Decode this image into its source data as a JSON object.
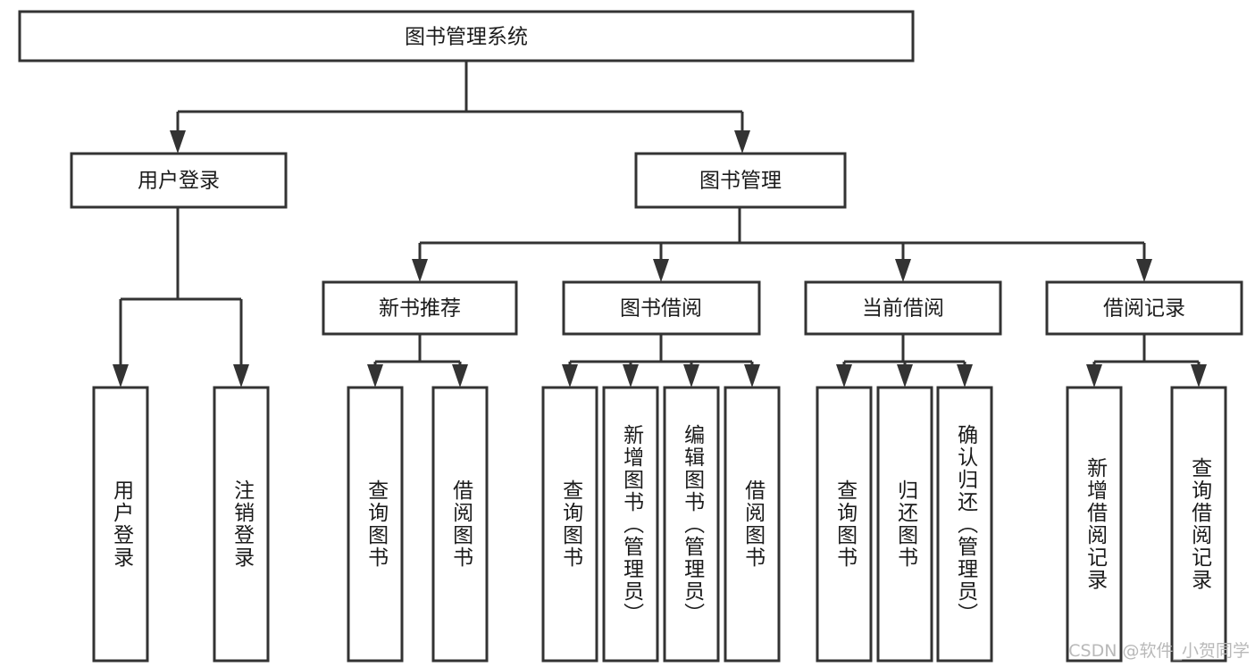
{
  "diagram": {
    "type": "tree",
    "title": "图书管理系统",
    "orientation": "top-down",
    "colors": {
      "stroke": "#333333",
      "fill": "#ffffff",
      "text": "#1b1b1b",
      "watermark": "#b9b9b9",
      "background": "#ffffff"
    },
    "root": {
      "label": "图书管理系统",
      "level": 0
    },
    "level1": [
      {
        "id": "user-login",
        "label": "用户登录"
      },
      {
        "id": "book-manage",
        "label": "图书管理"
      }
    ],
    "level2": [
      {
        "id": "new-book-recommend",
        "label": "新书推荐",
        "parent": "book-manage"
      },
      {
        "id": "book-borrow",
        "label": "图书借阅",
        "parent": "book-manage"
      },
      {
        "id": "current-borrow",
        "label": "当前借阅",
        "parent": "book-manage"
      },
      {
        "id": "borrow-record",
        "label": "借阅记录",
        "parent": "book-manage"
      }
    ],
    "leaves": {
      "user-login": [
        {
          "id": "leaf-user-login",
          "label": "用户登录"
        },
        {
          "id": "leaf-user-logout",
          "label": "注销登录"
        }
      ],
      "new-book-recommend": [
        {
          "id": "leaf-query-book-1",
          "label": "查询图书"
        },
        {
          "id": "leaf-borrow-book-1",
          "label": "借阅图书"
        }
      ],
      "book-borrow": [
        {
          "id": "leaf-query-book-2",
          "label": "查询图书"
        },
        {
          "id": "leaf-add-book",
          "label": "新增图书（管理员）"
        },
        {
          "id": "leaf-edit-book",
          "label": "编辑图书（管理员）"
        },
        {
          "id": "leaf-borrow-book-2",
          "label": "借阅图书"
        }
      ],
      "current-borrow": [
        {
          "id": "leaf-query-book-3",
          "label": "查询图书"
        },
        {
          "id": "leaf-return-book",
          "label": "归还图书"
        },
        {
          "id": "leaf-confirm-return",
          "label": "确认归还（管理员）"
        }
      ],
      "borrow-record": [
        {
          "id": "leaf-add-record",
          "label": "新增借阅记录"
        },
        {
          "id": "leaf-query-record",
          "label": "查询借阅记录"
        }
      ]
    }
  },
  "watermark": {
    "text": "CSDN @软件_小贺同学"
  }
}
